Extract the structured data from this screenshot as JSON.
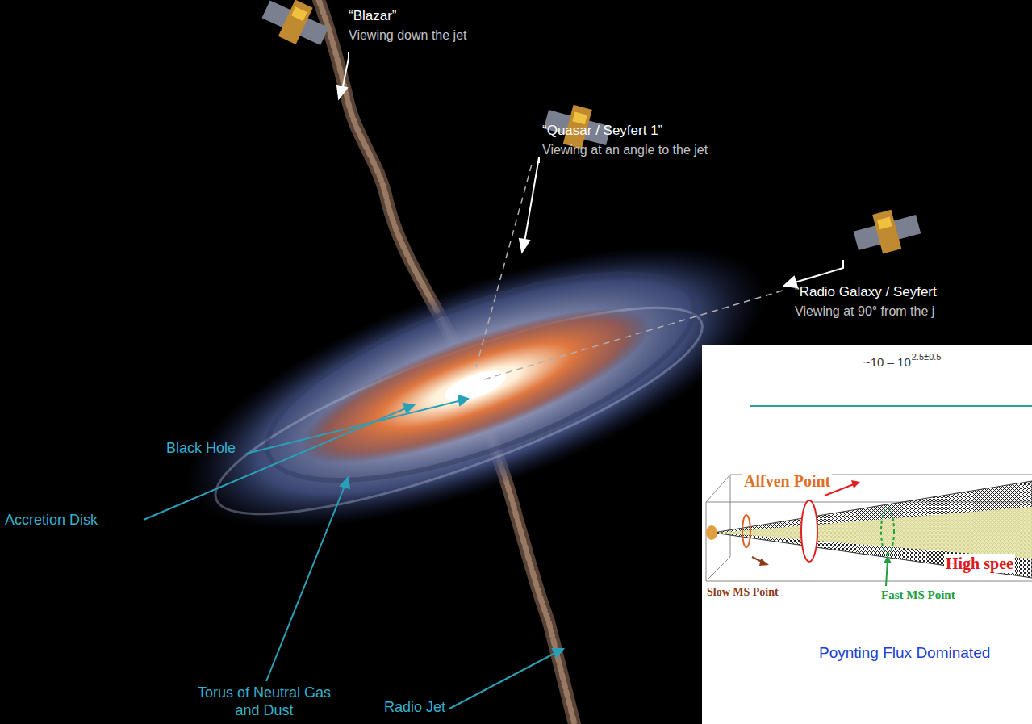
{
  "diagram": {
    "nodes": [
      {
        "text": [
          "~10 – 10",
          "2.5±0.5",
          "Alfven Point",
          "Slow MS Point",
          "High spee",
          "Fast MS Point",
          "Poynting Flux Dominated"
        ]
      }
    ],
    "labels": [
      "“Blazar”",
      "Viewing down the jet",
      "“Quasar / Seyfert 1”",
      "Viewing at an angle to the jet",
      "“Radio Galaxy / Seyfert",
      "Viewing at 90° from the j",
      "Black Hole",
      "Accretion Disk",
      "Torus of Neutral Gas and Dust",
      "Radio Jet"
    ]
  }
}
